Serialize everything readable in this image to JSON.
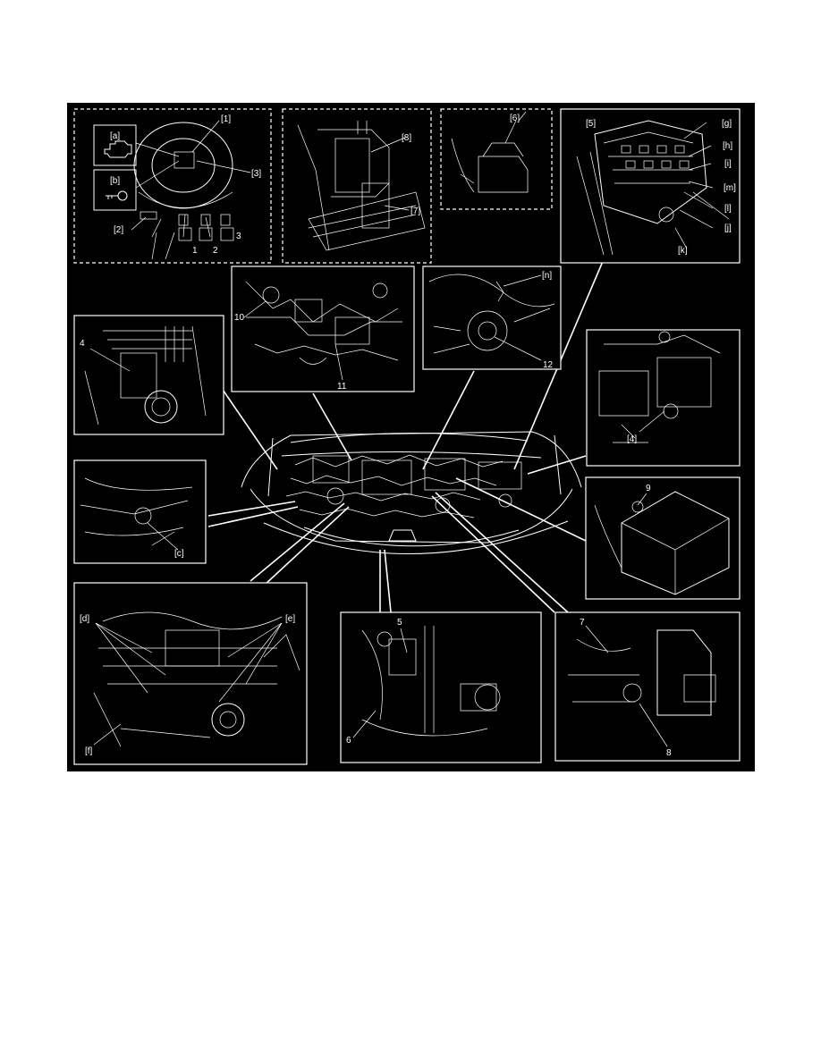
{
  "diagram": {
    "inset_labels": {
      "a": "[a]",
      "b": "[b]"
    },
    "callouts": {
      "n1": "1",
      "n2": "2",
      "n3": "3",
      "n4": "4",
      "n5": "5",
      "n6": "6",
      "n7": "7",
      "n8": "8",
      "n9": "9",
      "n10": "10",
      "n11": "11",
      "n12": "12",
      "b1": "[1]",
      "b2": "[2]",
      "b3": "[3]",
      "b4": "[4]",
      "b5": "[5]",
      "b6": "[6]",
      "b7": "[7]",
      "b8": "[8]",
      "c": "[c]",
      "d": "[d]",
      "e": "[e]",
      "f": "[f]",
      "g": "[g]",
      "h": "[h]",
      "i": "[i]",
      "j": "[j]",
      "k": "[k]",
      "l": "[l]",
      "m": "[m]",
      "n": "[n]"
    }
  }
}
